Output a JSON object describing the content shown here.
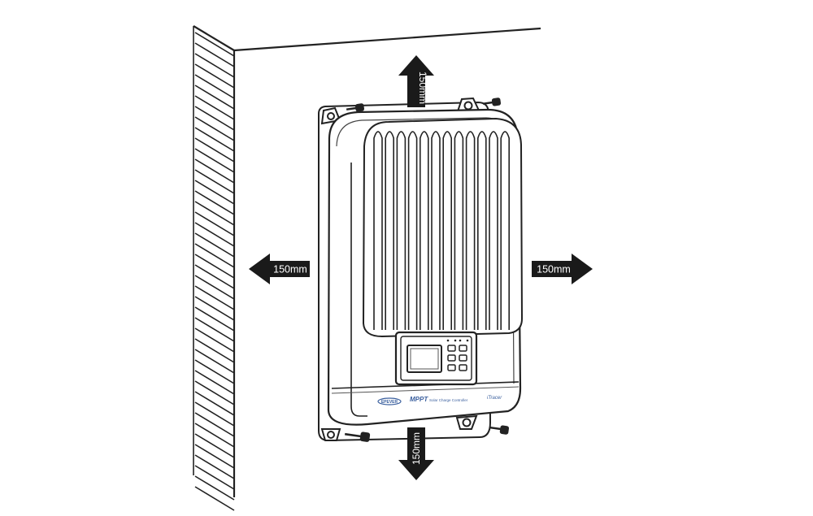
{
  "clearance": {
    "top": "150mm",
    "bottom": "150mm",
    "left": "150mm",
    "right": "150mm"
  },
  "device": {
    "brand": "EPEVER",
    "model_line": "MPPT",
    "subtitle": "Solar Charge Controller",
    "series": "iTracer"
  },
  "colors": {
    "line": "#1a1a1a",
    "arrow": "#1a1a1a",
    "arrow_text": "#ffffff",
    "background": "#ffffff",
    "label_blue": "#3a5f9e"
  }
}
